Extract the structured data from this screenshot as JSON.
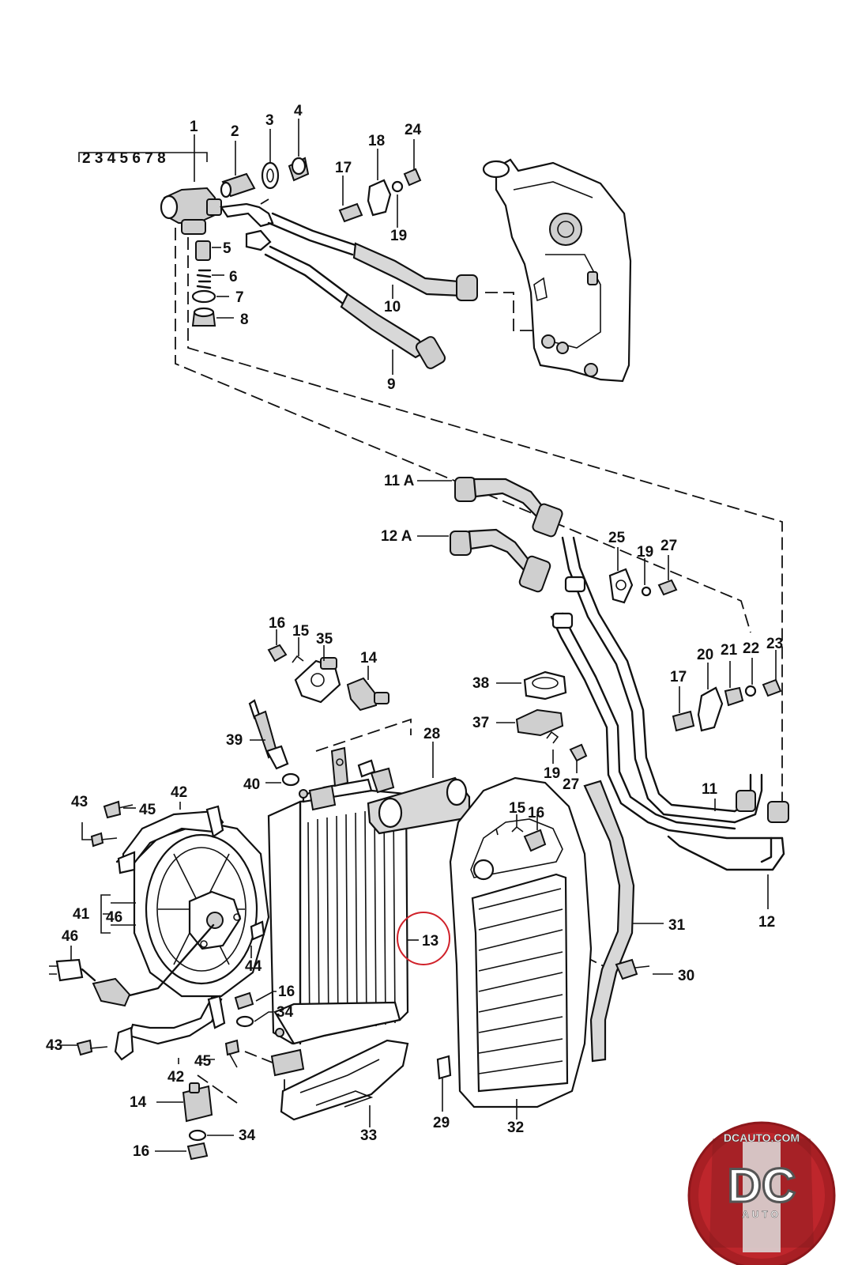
{
  "diagram": {
    "kit_group_label": "2 3 4 5 6 7 8",
    "labels": {
      "l1": "1",
      "l2": "2",
      "l3": "3",
      "l4": "4",
      "l5": "5",
      "l6": "6",
      "l7": "7",
      "l8": "8",
      "l9": "9",
      "l10": "10",
      "l11": "11",
      "l11a": "11 A",
      "l12": "12",
      "l12a": "12 A",
      "l13": "13",
      "l14a": "14",
      "l14b": "14",
      "l15a": "15",
      "l15b": "15",
      "l16a": "16",
      "l16b": "16",
      "l16c": "16",
      "l16d": "16",
      "l17a": "17",
      "l17b": "17",
      "l18": "18",
      "l19a": "19",
      "l19b": "19",
      "l19c": "19",
      "l20": "20",
      "l21": "21",
      "l22": "22",
      "l23": "23",
      "l24": "24",
      "l25": "25",
      "l27a": "27",
      "l27b": "27",
      "l28": "28",
      "l29": "29",
      "l30": "30",
      "l31": "31",
      "l32": "32",
      "l33": "33",
      "l34a": "34",
      "l34b": "34",
      "l35": "35",
      "l37": "37",
      "l38": "38",
      "l39": "39",
      "l40": "40",
      "l41": "41",
      "l42a": "42",
      "l42b": "42",
      "l43a": "43",
      "l43b": "43",
      "l44": "44",
      "l45a": "45",
      "l45b": "45",
      "l46a": "46",
      "l46b": "46"
    },
    "highlight_color": "#d0212a"
  },
  "logo": {
    "url_text": "DCAUTO.COM",
    "mark": "DC",
    "sub": "AUTO",
    "colors": {
      "ring": "#c62a2f",
      "outer": "#a81f24",
      "text": "#ffffff",
      "shadow": "#555555"
    }
  }
}
